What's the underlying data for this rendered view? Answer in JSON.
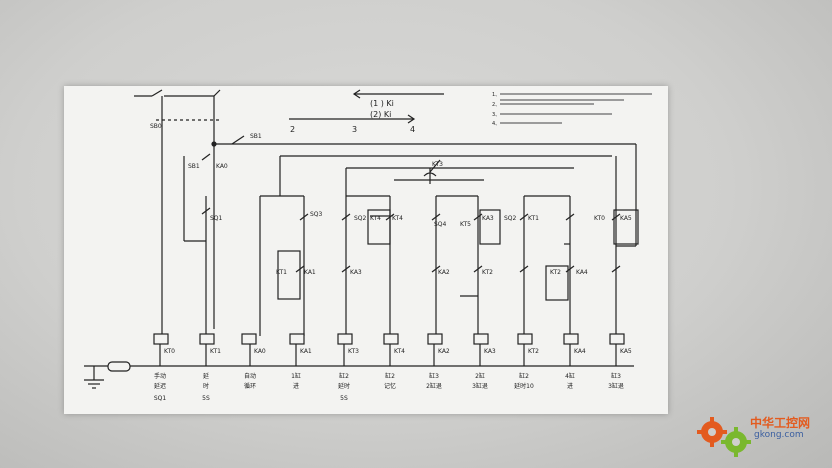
{
  "arrow_label_top": "(1 ) Ki",
  "arrow_label_bottom": "(2) Ki",
  "node_labels": [
    "2",
    "3",
    "4"
  ],
  "notes": [
    "1、",
    "2、",
    "3、",
    "4、"
  ],
  "contacts": {
    "qs": "SB0",
    "sb1_top": "SB1",
    "sb1_e": "SB1",
    "ka0_a": "KA0",
    "sq1": "SQ1",
    "kt3_mid": "KT3",
    "sq3": "SQ3",
    "sq2": "SQ2",
    "kt4": "KT4",
    "kt4_b": "KT4",
    "sq4": "SQ4",
    "kt5": "KT5",
    "ka3": "KA3",
    "sq2_b": "SQ2",
    "kt1_r": "KT1",
    "kt0": "KT0",
    "ka5": "KA5",
    "kt1": "KT1",
    "ka1": "KA1",
    "ka3_b": "KA3",
    "ka2": "KA2",
    "kt2": "KT2",
    "kt2_b": "KT2",
    "ka4": "KA4"
  },
  "coils": [
    "KT0",
    "KT1",
    "KA0",
    "KA1",
    "KT3",
    "KT4",
    "KA2",
    "KA3",
    "KT2",
    "KA4",
    "KA5"
  ],
  "functions": [
    [
      "手动",
      "延迟",
      "SQ1"
    ],
    [
      "延",
      "时",
      "5S"
    ],
    [
      "自动",
      "循环",
      ""
    ],
    [
      "1缸",
      "进",
      ""
    ],
    [
      "缸2",
      "延时",
      "5S"
    ],
    [
      "缸2",
      "记忆",
      ""
    ],
    [
      "缸3",
      "2缸退",
      ""
    ],
    [
      "2缸",
      "3缸退",
      ""
    ],
    [
      "缸2",
      "延时10",
      ""
    ],
    [
      "4缸",
      "进",
      ""
    ],
    [
      "缸3",
      "3缸退",
      ""
    ]
  ],
  "watermark": {
    "cn": "中华工控网",
    "url": "gkong.com"
  },
  "colors": {
    "ink": "#222222",
    "paper": "#f3f3f1",
    "wm_orange": "#e35b1f",
    "wm_green": "#7ab82e"
  }
}
